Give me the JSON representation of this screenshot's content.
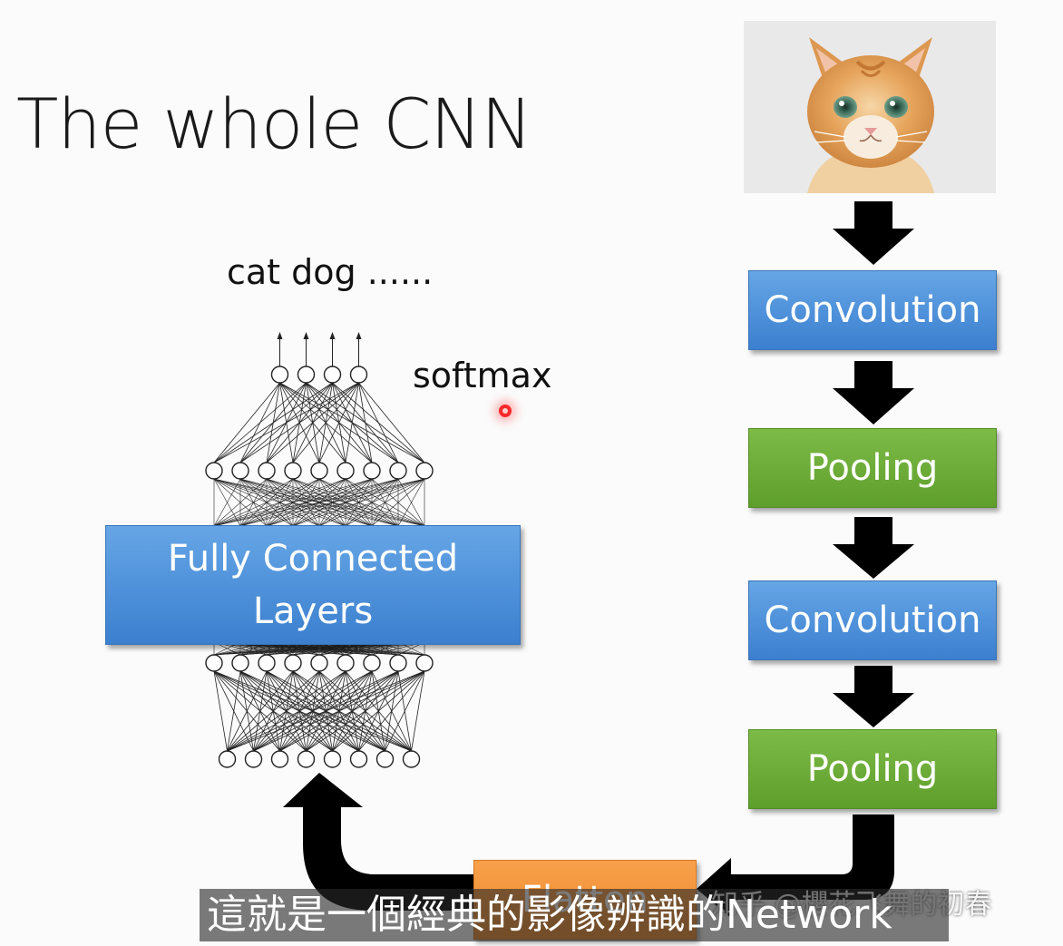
{
  "slide": {
    "title": "The whole CNN",
    "outputs_label": "cat dog ......",
    "softmax_label": "softmax"
  },
  "network": {
    "fc_label_line1": "Fully Connected",
    "fc_label_line2": "Layers",
    "top_output_nodes": 4,
    "hidden_nodes": 9,
    "input_nodes": 8
  },
  "pipeline": {
    "input_image": "cat-photo",
    "stages": [
      {
        "label": "Convolution",
        "color": "#4a8ad9"
      },
      {
        "label": "Pooling",
        "color": "#6aab36"
      },
      {
        "label": "Convolution",
        "color": "#4a8ad9"
      },
      {
        "label": "Pooling",
        "color": "#6aab36"
      }
    ],
    "flatten_label": "Flatten",
    "flatten_color": "#f39436"
  },
  "video_overlay": {
    "subtitle": "這就是一個經典的影像辨識的Network",
    "watermark": "知乎 @櫻花飞舞的初春"
  }
}
